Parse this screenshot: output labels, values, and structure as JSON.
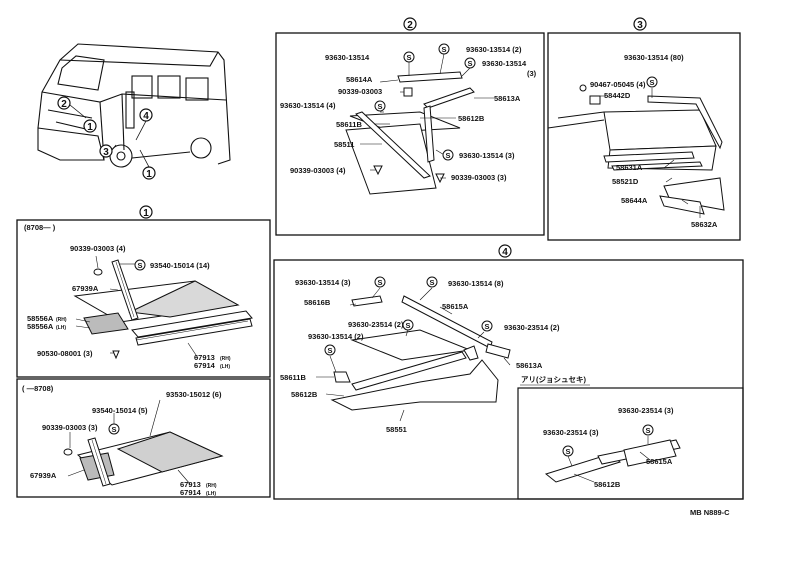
{
  "overview": {
    "callouts": [
      "2",
      "4",
      "1",
      "3",
      "1"
    ]
  },
  "panel1_top": {
    "number": "1",
    "date_range": "(8708—    )",
    "labels": {
      "a": "90339-03003 (4)",
      "b": "93540-15014 (14)",
      "c": "67939A",
      "d": "58556A",
      "d_sfx": "(RH)",
      "e": "58556A",
      "e_sfx": "(LH)",
      "f": "90530-08001 (3)",
      "g": "67913",
      "g_sfx": "(RH)",
      "h": "67914",
      "h_sfx": "(LH)"
    }
  },
  "panel1_bottom": {
    "date_range": "(    —8708)",
    "labels": {
      "a": "93530-15012 (6)",
      "b": "93540-15014 (5)",
      "c": "90339-03003 (3)",
      "d": "67939A",
      "g": "67913",
      "g_sfx": "(RH)",
      "h": "67914",
      "h_sfx": "(LH)"
    }
  },
  "panel2": {
    "number": "2",
    "labels": {
      "a": "93630-13514",
      "b": "93630-13514 (2)",
      "c": "93630-13514",
      "c2": "(3)",
      "d": "58614A",
      "e": "90339-03003",
      "f": "58613A",
      "g": "93630-13514 (4)",
      "h": "58612B",
      "i": "58611B",
      "j": "58511",
      "k": "93630-13514 (3)",
      "l": "90339-03003 (4)",
      "m": "90339-03003 (3)"
    }
  },
  "panel3": {
    "number": "3",
    "labels": {
      "a": "93630-13514 (80)",
      "b": "90467-05045 (4)",
      "c": "58442D",
      "d": "58631A",
      "e": "58521D",
      "f": "58644A",
      "g": "58632A"
    }
  },
  "panel4": {
    "number": "4",
    "labels": {
      "a": "93630-13514 (3)",
      "b": "93630-13514 (8)",
      "c": "58616B",
      "d": "58615A",
      "e": "93630-23514 (2)",
      "f": "93630-23514 (2)",
      "g": "93630-13514 (2)",
      "h": "58613A",
      "i": "58611B",
      "j": "58612B",
      "k": "58551"
    },
    "inset": {
      "title": "アリ(ジョシュセキ)",
      "labels": {
        "a": "93630-23514 (3)",
        "b": "93630-23514 (3)",
        "c": "58615A",
        "d": "58612B"
      }
    }
  },
  "footer": {
    "code": "MB N889-C"
  },
  "colors": {
    "ink": "#111111",
    "paper": "#ffffff"
  }
}
